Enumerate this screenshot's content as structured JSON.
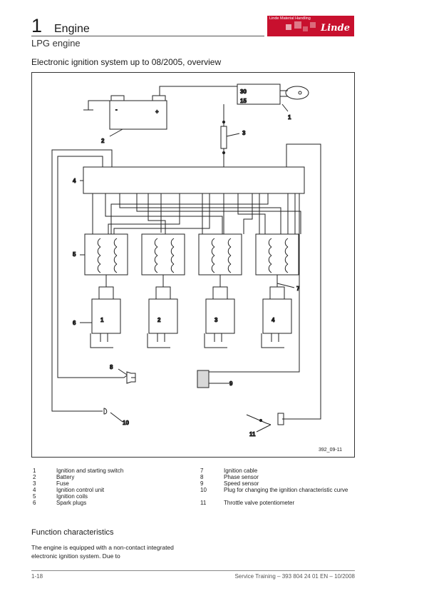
{
  "header": {
    "chapter_number": "1",
    "chapter_title": "Engine",
    "section_title": "LPG engine",
    "logo_tagline": "Linde Material Handling",
    "logo_text": "Linde"
  },
  "figure": {
    "title": "Electronic ignition system up to 08/2005, overview",
    "code": "392_09-11",
    "switch_labels": [
      "30",
      "15"
    ],
    "battery_symbols": [
      "-",
      "+"
    ],
    "cylinder_numbers": [
      "1",
      "2",
      "3",
      "4"
    ],
    "callouts": [
      "1",
      "2",
      "3",
      "4",
      "5",
      "6",
      "7",
      "8",
      "9",
      "10",
      "11"
    ]
  },
  "legend": {
    "left": [
      {
        "num": "1",
        "text": "Ignition and starting switch"
      },
      {
        "num": "2",
        "text": "Battery"
      },
      {
        "num": "3",
        "text": "Fuse"
      },
      {
        "num": "4",
        "text": "Ignition control unit"
      },
      {
        "num": "5",
        "text": "Ignition coils"
      },
      {
        "num": "6",
        "text": "Spark plugs"
      }
    ],
    "right": [
      {
        "num": "7",
        "text": "Ignition cable"
      },
      {
        "num": "8",
        "text": "Phase sensor"
      },
      {
        "num": "9",
        "text": "Speed sensor"
      },
      {
        "num": "10",
        "text": "Plug for changing the ignition characteristic curve"
      },
      {
        "num": "11",
        "text": "Throttle valve potentiometer"
      }
    ]
  },
  "function_section": {
    "heading": "Function characteristics",
    "body": "The engine is equipped with a non-contact integrated electronic ignition system.  Due to"
  },
  "footer": {
    "page": "1-18",
    "source": "Service Training – 393 804 24 01 EN – 10/2008"
  }
}
